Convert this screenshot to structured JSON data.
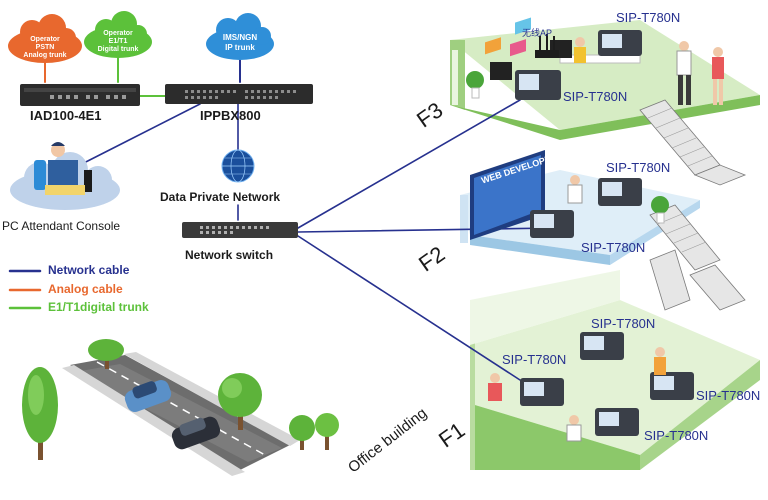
{
  "clouds": {
    "pstn": {
      "line1": "Operator",
      "line2": "PSTN",
      "line3": "Analog trunk",
      "color": "#e8682e"
    },
    "e1t1": {
      "line1": "Operator",
      "line2": "E1/T1",
      "line3": "Digital trunk",
      "color": "#5cc13a"
    },
    "ims": {
      "line1": "IMS/NGN",
      "line2": "IP trunk",
      "color": "#2f8fd8"
    }
  },
  "devices": {
    "iad": "IAD100-4E1",
    "ippbx": "IPPBX800",
    "data_network": "Data Private Network",
    "switch": "Network switch",
    "attendant": "PC Attendant Console"
  },
  "legend": [
    {
      "label": "Network cable",
      "color": "#27318f"
    },
    {
      "label": "Analog cable",
      "color": "#e8682e"
    },
    {
      "label": "E1/T1digital trunk",
      "color": "#5cc13a"
    }
  ],
  "floors": {
    "f1": "F1",
    "f2": "F2",
    "f3": "F3"
  },
  "building_label": "Office building",
  "ap_label": "无线AP",
  "screen_text": "WEB DEVELOPMENT",
  "phones": {
    "f3_top": "SIP-T780N",
    "f3_mid": "SIP-T780N",
    "f2_top": "SIP-T780N",
    "f2_bot": "SIP-T780N",
    "f1_a": "SIP-T780N",
    "f1_b": "SIP-T780N",
    "f1_c": "SIP-T780N",
    "f1_d": "SIP-T780N"
  },
  "colors": {
    "network": "#27318f",
    "analog": "#e8682e",
    "digital": "#5cc13a",
    "floor_green": "#cfe8b8",
    "floor_blue": "#d9e8f5"
  }
}
